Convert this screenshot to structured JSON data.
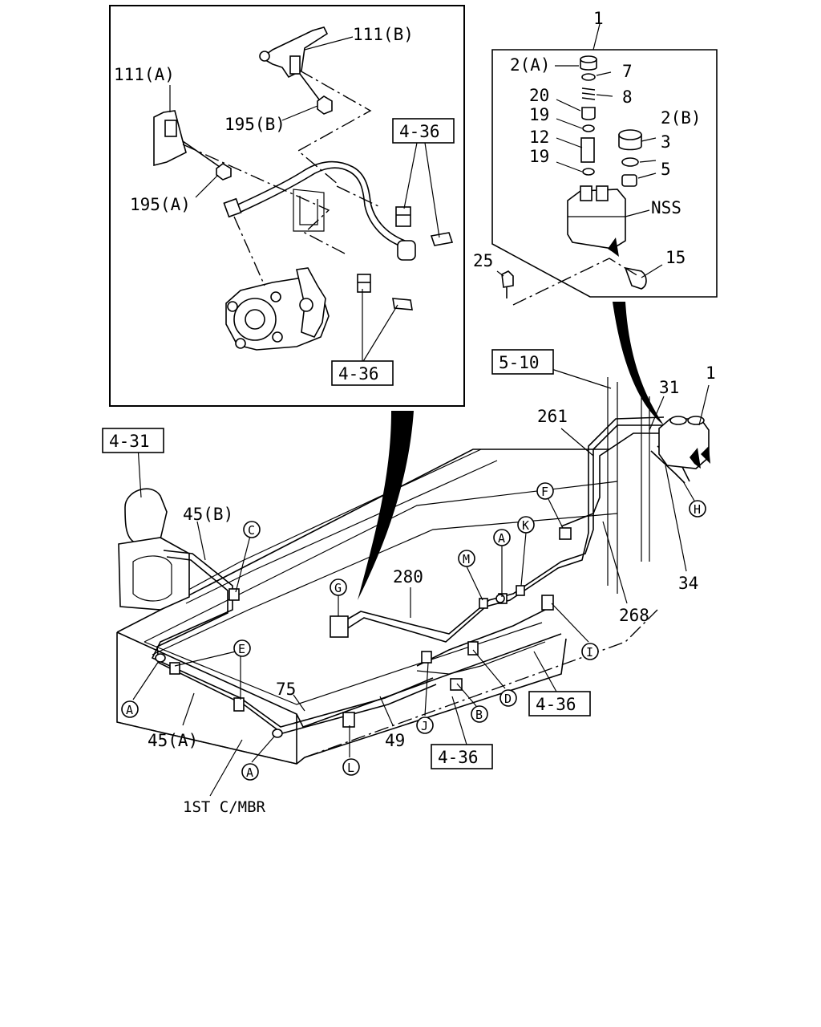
{
  "callouts": {
    "n111b": "111(B)",
    "n111a": "111(A)",
    "n195b": "195(B)",
    "n195a": "195(A)",
    "n1_top": "1",
    "n2a": "2(A)",
    "n7": "7",
    "n8": "8",
    "n20": "20",
    "n19_a": "19",
    "n12": "12",
    "n19_b": "19",
    "n2b": "2(B)",
    "n3": "3",
    "n5": "5",
    "nss": "NSS",
    "n25": "25",
    "n15": "15",
    "n261": "261",
    "n31": "31",
    "n1_right": "1",
    "n45b": "45(B)",
    "n280": "280",
    "n268": "268",
    "n34": "34",
    "n75": "75",
    "n45a": "45(A)",
    "n49": "49",
    "first_cmbr": "1ST C/MBR"
  },
  "ref_boxes": {
    "r436_top": "4-36",
    "r436_mid": "4-36",
    "r510": "5-10",
    "r431": "4-31",
    "r436_right": "4-36",
    "r436_bottom": "4-36"
  },
  "clip_letters": {
    "c_c": "C",
    "c_f": "F",
    "c_a_mid": "A",
    "c_k": "K",
    "c_m": "M",
    "c_g": "G",
    "c_h": "H",
    "c_e": "E",
    "c_i": "I",
    "c_d": "D",
    "c_b": "B",
    "c_j": "J",
    "c_l": "L",
    "c_a_left": "A",
    "c_a_bottom": "A"
  }
}
